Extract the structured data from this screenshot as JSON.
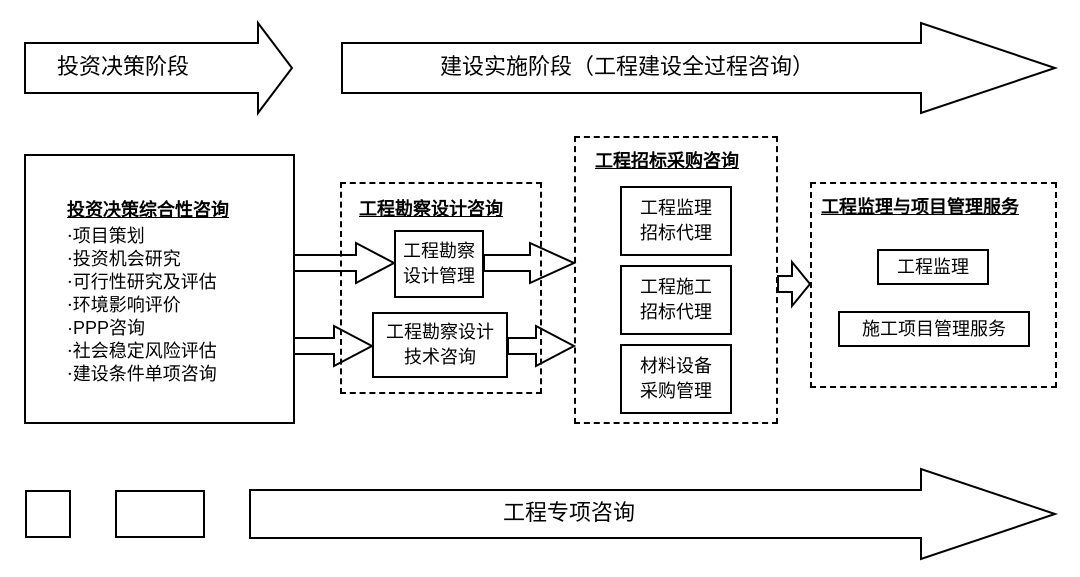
{
  "phases": {
    "decision": "投资决策阶段",
    "construction": "建设实施阶段（工程建设全过程咨询）",
    "special": "工程专项咨询"
  },
  "investment": {
    "title": "投资决策综合性咨询",
    "items": [
      "·项目策划",
      "·投资机会研究",
      "·可行性研究及评估",
      "·环境影响评价",
      "·PPP咨询",
      "·社会稳定风险评估",
      "·建设条件单项咨询"
    ]
  },
  "survey": {
    "title": "工程勘察设计咨询",
    "box1": "工程勘察\n设计管理",
    "box2": "工程勘察设计\n技术咨询"
  },
  "tender": {
    "title": "工程招标采购咨询",
    "box1": "工程监理\n招标代理",
    "box2": "工程施工\n招标代理",
    "box3": "材料设备\n采购管理"
  },
  "supervision": {
    "title": "工程监理与项目管理服务",
    "box1": "工程监理",
    "box2": "施工项目管理服务"
  }
}
